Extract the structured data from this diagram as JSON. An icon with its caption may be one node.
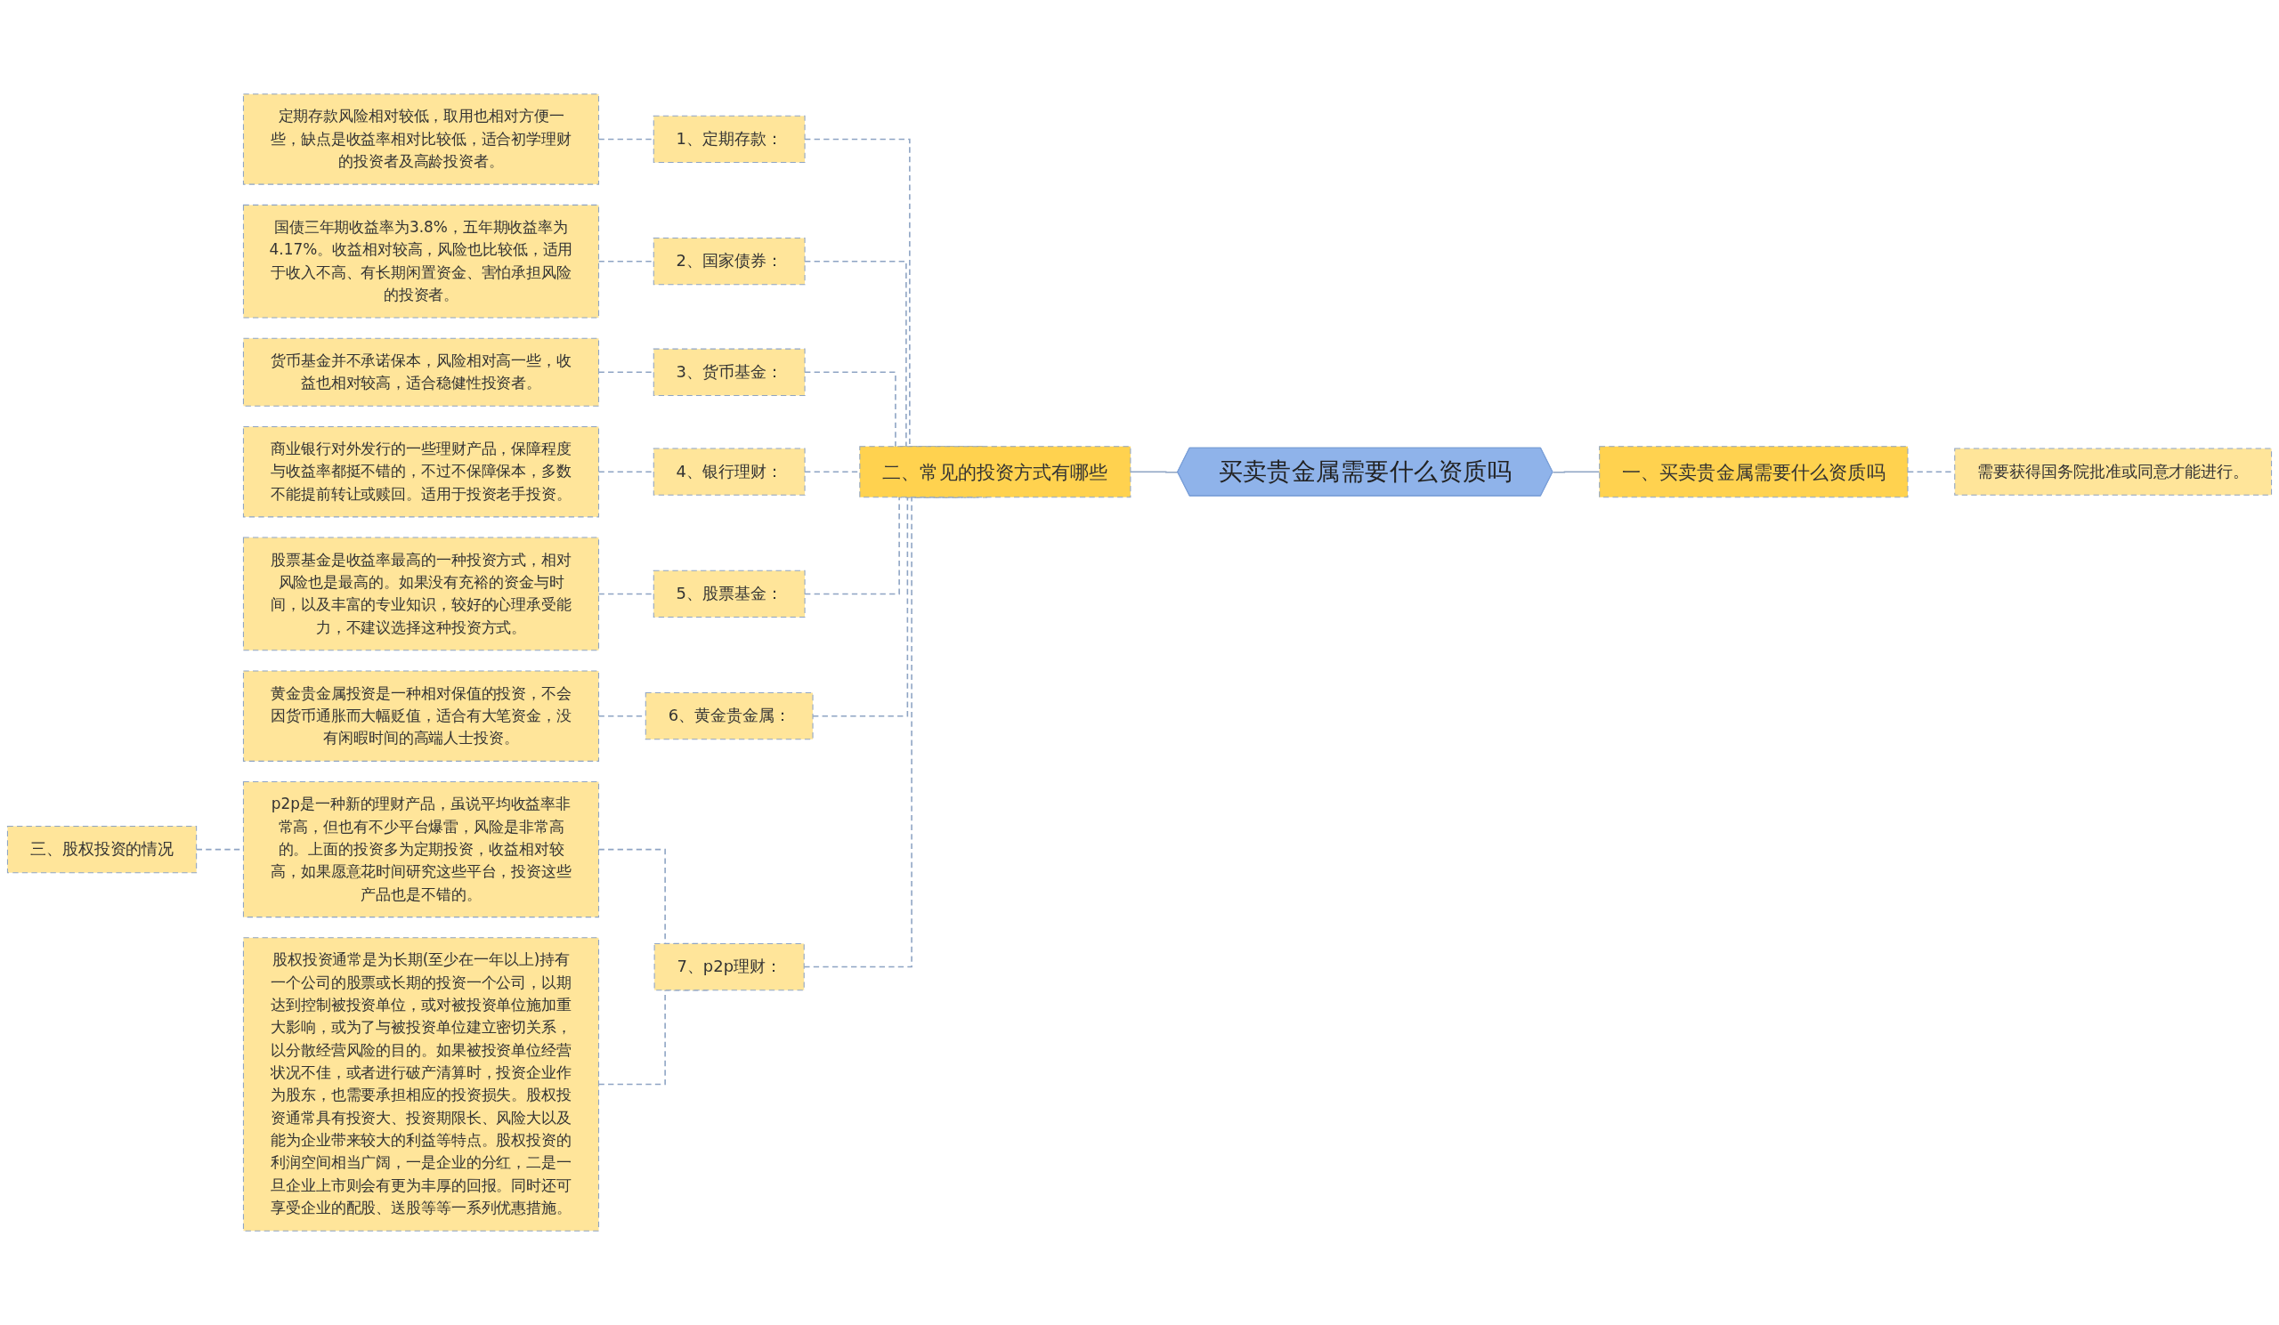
{
  "diagram": {
    "nodes": [
      {
        "text": [
          "买卖贵金属需要什么资质吗"
        ]
      },
      {
        "text": [
          "一、买卖贵金属需要什么资质吗"
        ]
      },
      {
        "text": [
          "需要获得国务院批准或同意才能进行。"
        ]
      },
      {
        "text": [
          "二、常见的投资方式有哪些"
        ]
      },
      {
        "text": [
          "1、定期存款："
        ]
      },
      {
        "text": [
          "定期存款风险相对较低，取用也相对方便一些，缺点是收益率相对比较低，适合初学理财的投资者及高龄投资者。"
        ]
      },
      {
        "text": [
          "2、国家债券："
        ]
      },
      {
        "text": [
          "国债三年期收益率为3.8%，五年期收益率为4.17%。收益相对较高，风险也比较低，适用于收入不高、有长期闲置资金、害怕承担风险的投资者。"
        ]
      },
      {
        "text": [
          "3、货币基金："
        ]
      },
      {
        "text": [
          "货币基金并不承诺保本，风险相对高一些，收益也相对较高，适合稳健性投资者。"
        ]
      },
      {
        "text": [
          "4、银行理财："
        ]
      },
      {
        "text": [
          "商业银行对外发行的一些理财产品，保障程度与收益率都挺不错的，不过不保障保本，多数不能提前转让或赎回。适用于投资老手投资。"
        ]
      },
      {
        "text": [
          "5、股票基金："
        ]
      },
      {
        "text": [
          "股票基金是收益率最高的一种投资方式，相对风险也是最高的。如果没有充裕的资金与时间，以及丰富的专业知识，较好的心理承受能力，不建议选择这种投资方式。"
        ]
      },
      {
        "text": [
          "6、黄金贵金属："
        ]
      },
      {
        "text": [
          "黄金贵金属投资是一种相对保值的投资，不会因货币通胀而大幅贬值，适合有大笔资金，没有闲暇时间的高端人士投资。"
        ]
      },
      {
        "text": [
          "7、p2p理财："
        ]
      },
      {
        "text": [
          "p2p是一种新的理财产品，虽说平均收益率非常高，但也有不少平台爆雷，风险是非常高的。上面的投资多为定期投资，收益相对较高，如果愿意花时间研究这些平台，投资这些产品也是不错的。"
        ]
      },
      {
        "text": [
          "三、股权投资的情况"
        ]
      },
      {
        "text": [
          "股权投资通常是为长期(至少在一年以上)持有一个公司的股票或长期的投资一个公司，以期达到控制被投资单位，或对被投资单位施加重大影响，或为了与被投资单位建立密切关系，以分散经营风险的目的。如果被投资单位经营状况不佳，或者进行破产清算时，投资企业作为股东，也需要承担相应的投资损失。股权投资通常具有投资大、投资期限长、风险大以及能为企业带来较大的利益等特点。股权投资的利润空间相当广阔，一是企业的分红，二是一旦企业上市则会有更为丰厚的回报。同时还可享受企业的配股、送股等等一系列优惠措施。"
        ]
      }
    ],
    "edges": [
      {
        "from": 0,
        "to": 1,
        "arrow": "none"
      },
      {
        "from": 1,
        "to": 2,
        "arrow": "none",
        "style": "dashed"
      },
      {
        "from": 0,
        "to": 3,
        "arrow": "none"
      },
      {
        "from": 3,
        "to": 4,
        "arrow": "none",
        "style": "dashed"
      },
      {
        "from": 4,
        "to": 5,
        "arrow": "none",
        "style": "dashed"
      },
      {
        "from": 3,
        "to": 6,
        "arrow": "none",
        "style": "dashed"
      },
      {
        "from": 6,
        "to": 7,
        "arrow": "none",
        "style": "dashed"
      },
      {
        "from": 3,
        "to": 8,
        "arrow": "none",
        "style": "dashed"
      },
      {
        "from": 8,
        "to": 9,
        "arrow": "none",
        "style": "dashed"
      },
      {
        "from": 3,
        "to": 10,
        "arrow": "none",
        "style": "dashed"
      },
      {
        "from": 10,
        "to": 11,
        "arrow": "none",
        "style": "dashed"
      },
      {
        "from": 3,
        "to": 12,
        "arrow": "none",
        "style": "dashed"
      },
      {
        "from": 12,
        "to": 13,
        "arrow": "none",
        "style": "dashed"
      },
      {
        "from": 3,
        "to": 14,
        "arrow": "none",
        "style": "dashed"
      },
      {
        "from": 14,
        "to": 15,
        "arrow": "none",
        "style": "dashed"
      },
      {
        "from": 3,
        "to": 16,
        "arrow": "none",
        "style": "dashed"
      },
      {
        "from": 16,
        "to": 17,
        "arrow": "none",
        "style": "dashed"
      },
      {
        "from": 17,
        "to": 18,
        "arrow": "none",
        "style": "dashed"
      },
      {
        "from": 16,
        "to": 19,
        "arrow": "none",
        "style": "dashed"
      }
    ]
  }
}
